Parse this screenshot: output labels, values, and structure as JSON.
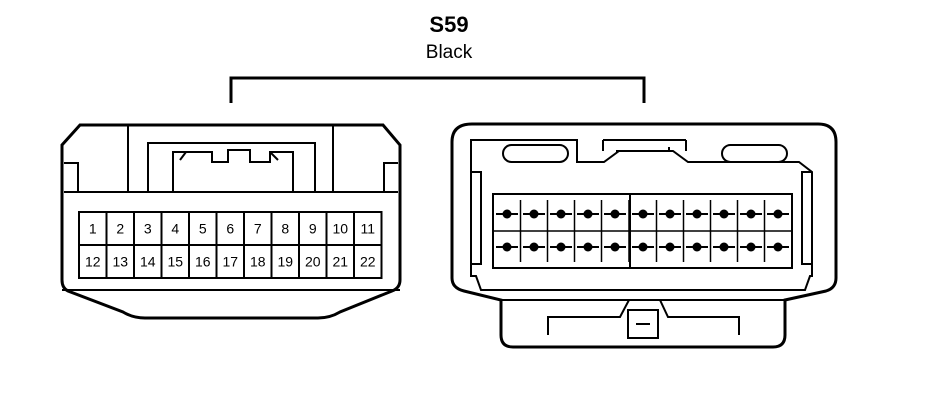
{
  "connector": {
    "id": "S59",
    "color": "Black"
  },
  "front_view": {
    "pins_top": [
      "1",
      "2",
      "3",
      "4",
      "5",
      "6",
      "7",
      "8",
      "9",
      "10",
      "11"
    ],
    "pins_bottom": [
      "12",
      "13",
      "14",
      "15",
      "16",
      "17",
      "18",
      "19",
      "20",
      "21",
      "22"
    ]
  },
  "colors": {
    "line": "#000000",
    "background": "#ffffff"
  }
}
